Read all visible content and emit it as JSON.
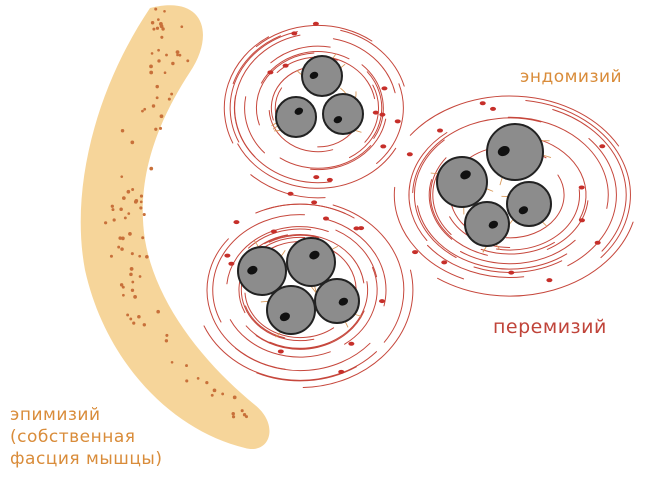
{
  "labels": {
    "endomysium": "эндомизий",
    "perimysium": "перемизий",
    "epimysium_line1": "эпимизий",
    "epimysium_line2": "(собственная",
    "epimysium_line3": "фасция мышцы)"
  },
  "colors": {
    "epimysium_fill": "#f6d59a",
    "epimysium_dots": "#c8703a",
    "fiber_lines": "#c6473c",
    "fiber_dots": "#c62f2a",
    "endo_threads": "#d99a5c",
    "cell_fill": "#8c8c8c",
    "cell_outline": "#222222",
    "nucleus": "#111111",
    "label_orange": "#d98c3a",
    "label_red": "#c0443a"
  }
}
